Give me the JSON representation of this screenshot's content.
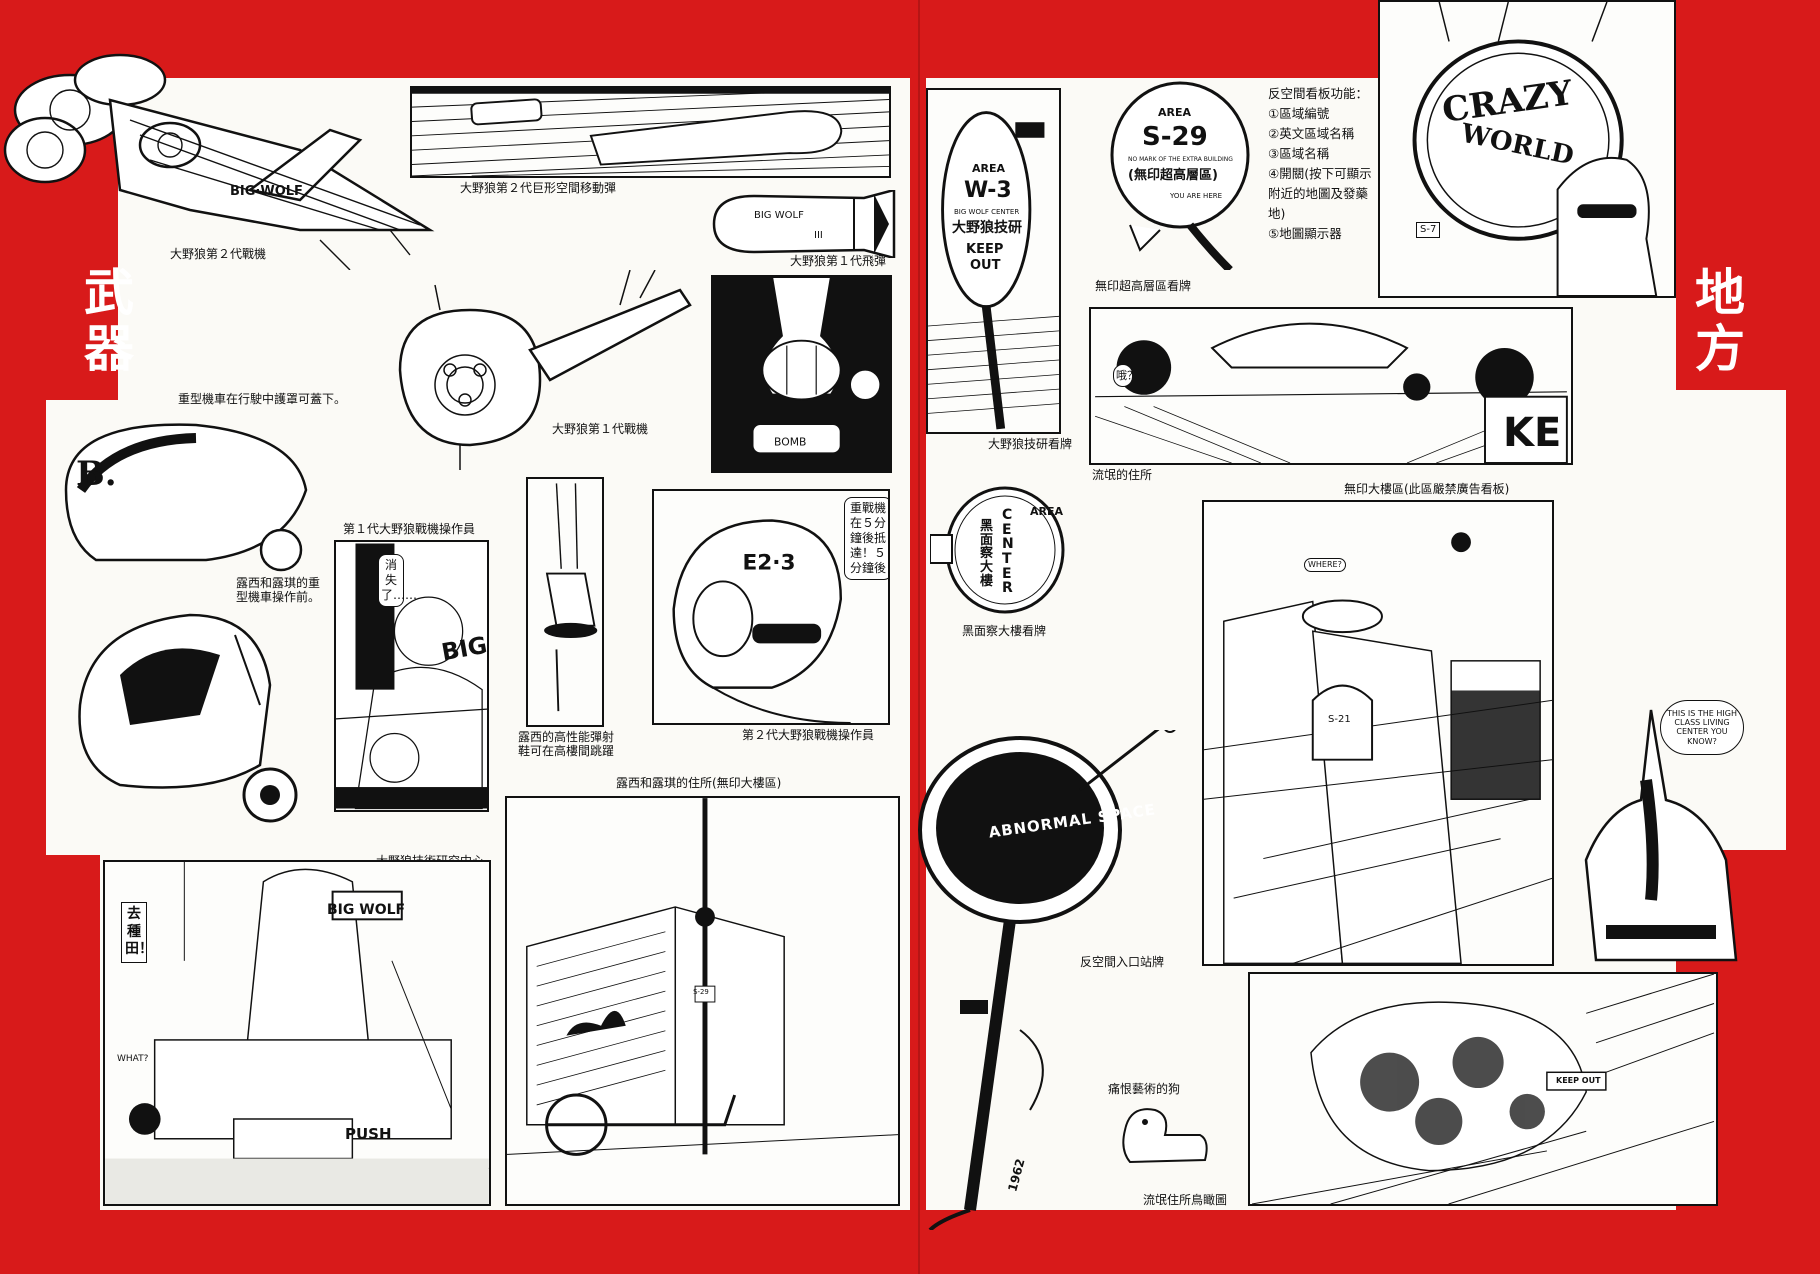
{
  "left_title": "武器",
  "right_title": "地方",
  "captions": {
    "missile2": "大野狼第２代巨形空間移動彈",
    "fighter2": "大野狼第２代戰機",
    "missile1": "大野狼第１代飛彈",
    "fighter1": "大野狼第１代戰機",
    "heavy_bike": "重型機車在行駛中護罩可蓋下。",
    "operator1": "第１代大野狼戰機操作員",
    "lucy_bike": "露西和露琪的重型機車操作前。",
    "shoes": "露西的高性能彈射鞋可在高樓間跳躍",
    "operator2": "第２代大野狼戰機操作員",
    "lucy_home": "露西和露琪的住所(無印大樓區)",
    "wolf_center": "大野狼技術研究中心",
    "wolf_sign": "大野狼技研看牌",
    "area_sign_cap": "無印超高層區看牌",
    "home": "流氓的住所",
    "black_sign_cap": "黑面察大樓看牌",
    "muji_zone": "無印大樓區(此區嚴禁廣告看板)",
    "abnormal_cap": "反空間入口站牌",
    "dog": "痛恨藝術的狗",
    "aerial": "流氓住所鳥瞰圖"
  },
  "notes": {
    "title": "反空間看板功能：",
    "items": [
      "①區域編號",
      "②英文區域名稱",
      "③區域名稱",
      "④開關(按下可顯示附近的地圖及發藥地)",
      "⑤地圖顯示器"
    ]
  },
  "bubbles": {
    "vanished": "消失了……",
    "arrive": "重戰機在５分鐘後抵達！５分鐘後",
    "farm": "去種田！",
    "oh": "哦？"
  },
  "signs": {
    "area_w3_area": "AREA",
    "area_w3_code": "W-3",
    "area_w3_sub": "BIG WOLF CENTER",
    "area_w3_name": "大野狼技研",
    "keep": "KEEP",
    "out": "OUT",
    "area_s29_area": "AREA",
    "area_s29_code": "S-29",
    "area_s29_sub": "NO MARK OF THE EXTRA BUILDING",
    "area_s29_name": "(無印超高層區)",
    "you_are_here": "YOU ARE HERE",
    "crazy": "CRAZY",
    "world": "WORLD",
    "s7": "S-7",
    "center_area": "AREA",
    "center_word": "CENTER",
    "center_name": "黑面察大樓",
    "abnormal": "ABNORMAL SPACE",
    "ke": "KE",
    "bigwolf": "BIG WOLF",
    "push": "PUSH",
    "keep_out": "KEEP OUT",
    "high_class": "THIS IS THE HIGH CLASS LIVING CENTER YOU KNOW?",
    "where": "WHERE?",
    "what": "WHAT?",
    "s29_post": "S-29",
    "s21": "S-21",
    "hybrid": "1962"
  },
  "colors": {
    "background": "#d81a1a",
    "paper": "#fbfaf6",
    "ink": "#111111"
  }
}
